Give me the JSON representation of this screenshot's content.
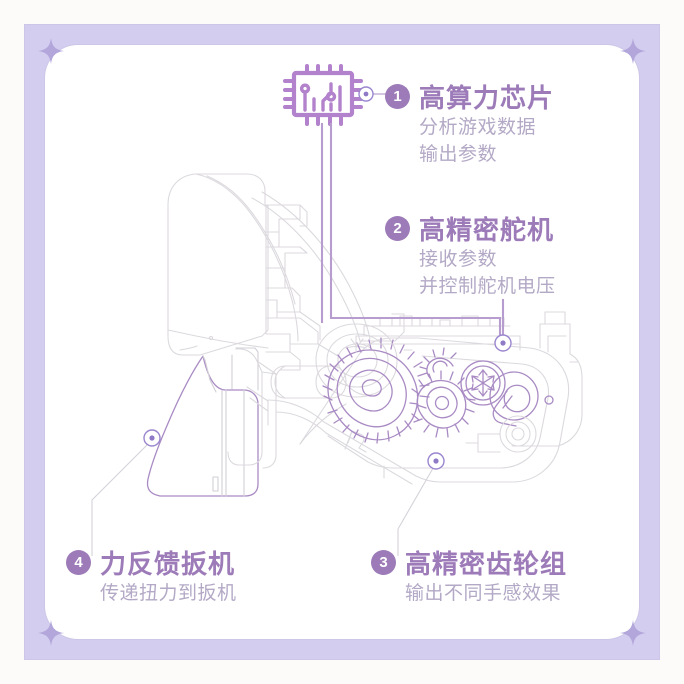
{
  "meta": {
    "accent": "#9c7bb8",
    "accent_soft": "#b9a0d0",
    "subtext": "#b3a9c6",
    "frame_fill": "#d3cdef",
    "frame_stroke": "#cdc6e8",
    "line_gray": "#d8d5dc",
    "background": "#fdfcfb"
  },
  "frame": {
    "corner_icon": "four-point-sparkle"
  },
  "diagram": {
    "subject": "force-feedback-trigger-exploded-line-drawing",
    "chip_icon": "microchip-icon"
  },
  "callouts": [
    {
      "number": "1",
      "title": "高算力芯片",
      "lines": [
        "分析游戏数据",
        "输出参数"
      ]
    },
    {
      "number": "2",
      "title": "高精密舵机",
      "lines": [
        "接收参数",
        "并控制舵机电压"
      ]
    },
    {
      "number": "3",
      "title": "高精密齿轮组",
      "lines": [
        "输出不同手感效果"
      ]
    },
    {
      "number": "4",
      "title": "力反馈扳机",
      "lines": [
        "传递扭力到扳机"
      ]
    }
  ]
}
